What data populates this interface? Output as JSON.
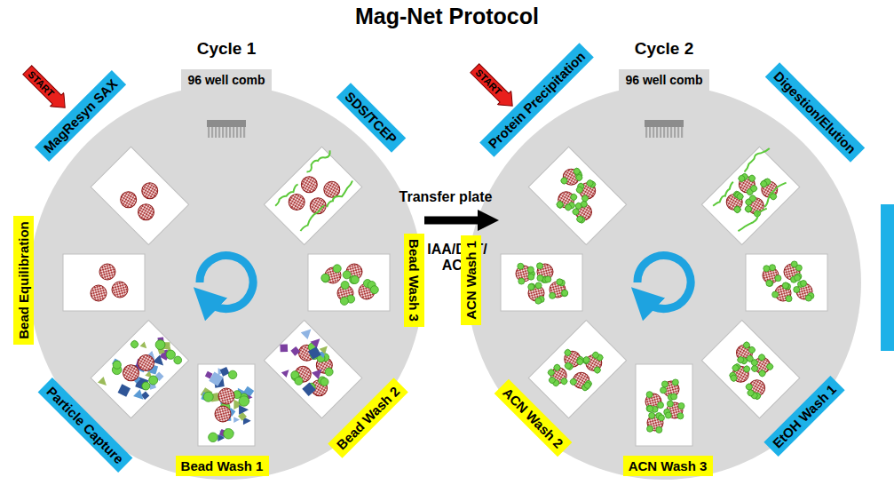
{
  "diagram": {
    "title": "Mag-Net Protocol",
    "nodes": [
      {
        "text": [
          "START"
        ]
      },
      {
        "text": [
          "MagResyn SAX"
        ]
      },
      {
        "text": [
          "96 well comb"
        ]
      },
      {
        "text": [
          "SDS/TCEP"
        ]
      },
      {
        "text": [
          "Bead Equilibration"
        ]
      },
      {
        "text": [
          "Bead Wash 3"
        ]
      },
      {
        "text": [
          "Particle Capture"
        ]
      },
      {
        "text": [
          "Bead Wash 2"
        ]
      },
      {
        "text": [
          "Bead Wash 1"
        ]
      },
      {
        "text": [
          "START"
        ]
      },
      {
        "text": [
          "Protein Precipitation"
        ]
      },
      {
        "text": [
          "96 well comb"
        ]
      },
      {
        "text": [
          "Digestion/Elution"
        ]
      },
      {
        "text": [
          "ACN Wash 1"
        ]
      },
      {
        "text": [
          "EtOH Wash 1"
        ]
      },
      {
        "text": [
          "ACN Wash 2"
        ]
      },
      {
        "text": [
          "ACN Wash 3"
        ]
      }
    ],
    "labels": [
      "Cycle 1",
      "Cycle 2",
      "Transfer plate",
      "IAA/DTT/ ACN"
    ]
  }
}
